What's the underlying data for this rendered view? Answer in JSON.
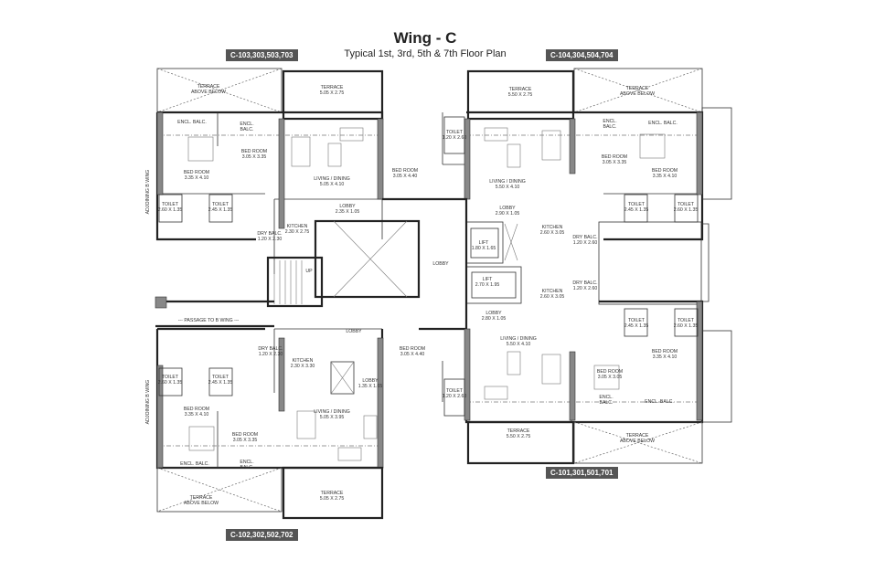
{
  "title": "Wing - C",
  "subtitle": "Typical 1st, 3rd, 5th & 7th Floor  Plan",
  "units": {
    "top_left": "C-103,303,503,703",
    "top_right": "C-104,304,504,704",
    "bottom_right": "C-101,301,501,701",
    "bottom_left": "C-102,302,502,702"
  },
  "common": {
    "lobby": "LOBBY",
    "up": "UP",
    "passage": "--- PASSAGE TO B WING ---",
    "adjoining": "ADJOINING B WING",
    "terrace_above": "TERRACE",
    "above_below": "ABOVE BELOW"
  },
  "rooms": {
    "tl": [
      {
        "name": "TERRACE",
        "dims": "5.05 X 2.75"
      },
      {
        "name": "ENCL. BALC.",
        "dims": ""
      },
      {
        "name": "ENCL.",
        "dims": "BALC."
      },
      {
        "name": "BED ROOM",
        "dims": "3.05 X 3.35"
      },
      {
        "name": "BED ROOM",
        "dims": "3.35 X 4.10"
      },
      {
        "name": "LIVING / DINING",
        "dims": "5.05 X 4.10"
      },
      {
        "name": "LOBBY",
        "dims": "2.35 X 1.05"
      },
      {
        "name": "KITCHEN",
        "dims": "2.30 X 2.75"
      },
      {
        "name": "DRY BALC.",
        "dims": "1.20 X 2.30"
      },
      {
        "name": "TOILET",
        "dims": "2.60 X 1.35"
      },
      {
        "name": "TOILET",
        "dims": "2.45 X 1.35"
      },
      {
        "name": "BED ROOM",
        "dims": "3.05 X 4.40"
      },
      {
        "name": "TOILET",
        "dims": "1.20 X 2.60"
      }
    ],
    "tr": [
      {
        "name": "TERRACE",
        "dims": "5.50 X 2.75"
      },
      {
        "name": "ENCL.",
        "dims": "BALC."
      },
      {
        "name": "ENCL. BALC.",
        "dims": ""
      },
      {
        "name": "BED ROOM",
        "dims": "3.05 X 3.35"
      },
      {
        "name": "BED ROOM",
        "dims": "3.35 X 4.10"
      },
      {
        "name": "LIVING / DINING",
        "dims": "5.50 X 4.10"
      },
      {
        "name": "LOBBY",
        "dims": "2.90 X 1.05"
      },
      {
        "name": "KITCHEN",
        "dims": "2.60 X 3.05"
      },
      {
        "name": "DRY BALC.",
        "dims": "1.20 X 2.60"
      },
      {
        "name": "TOILET",
        "dims": "2.45 X 1.35"
      },
      {
        "name": "TOILET",
        "dims": "2.60 X 1.35"
      },
      {
        "name": "LIFT",
        "dims": "1.80 X 1.65"
      },
      {
        "name": "LIFT",
        "dims": "2.70 X 1.95"
      }
    ],
    "br": [
      {
        "name": "KITCHEN",
        "dims": "2.60 X 3.05"
      },
      {
        "name": "DRY BALC.",
        "dims": "1.20 X 2.60"
      },
      {
        "name": "LOBBY",
        "dims": "2.80 X 1.05"
      },
      {
        "name": "LIVING / DINING",
        "dims": "5.50 X 4.10"
      },
      {
        "name": "TOILET",
        "dims": "2.45 X 1.35"
      },
      {
        "name": "TOILET",
        "dims": "2.60 X 1.35"
      },
      {
        "name": "BED ROOM",
        "dims": "3.35 X 4.10"
      },
      {
        "name": "BED ROOM",
        "dims": "3.05 X 3.05"
      },
      {
        "name": "ENCL.",
        "dims": "BALC."
      },
      {
        "name": "ENCL. BALC.",
        "dims": ""
      },
      {
        "name": "TOILET",
        "dims": "1.20 X 2.60"
      },
      {
        "name": "TERRACE",
        "dims": "5.50 X 2.75"
      }
    ],
    "bl": [
      {
        "name": "BED ROOM",
        "dims": "3.05 X 4.40"
      },
      {
        "name": "LOBBY",
        "dims": "1.35 X 1.65"
      },
      {
        "name": "KITCHEN",
        "dims": "2.30 X 3.30"
      },
      {
        "name": "DRY BALC.",
        "dims": "1.20 X 2.30"
      },
      {
        "name": "TOILET",
        "dims": "2.60 X 1.35"
      },
      {
        "name": "TOILET",
        "dims": "2.45 X 1.35"
      },
      {
        "name": "BED ROOM",
        "dims": "3.35 X 4.10"
      },
      {
        "name": "BED ROOM",
        "dims": "3.05 X 3.35"
      },
      {
        "name": "LIVING / DINING",
        "dims": "5.05 X 3.95"
      },
      {
        "name": "ENCL. BALC.",
        "dims": ""
      },
      {
        "name": "ENCL.",
        "dims": "BALC."
      },
      {
        "name": "TERRACE",
        "dims": "5.05 X 2.75"
      }
    ]
  }
}
